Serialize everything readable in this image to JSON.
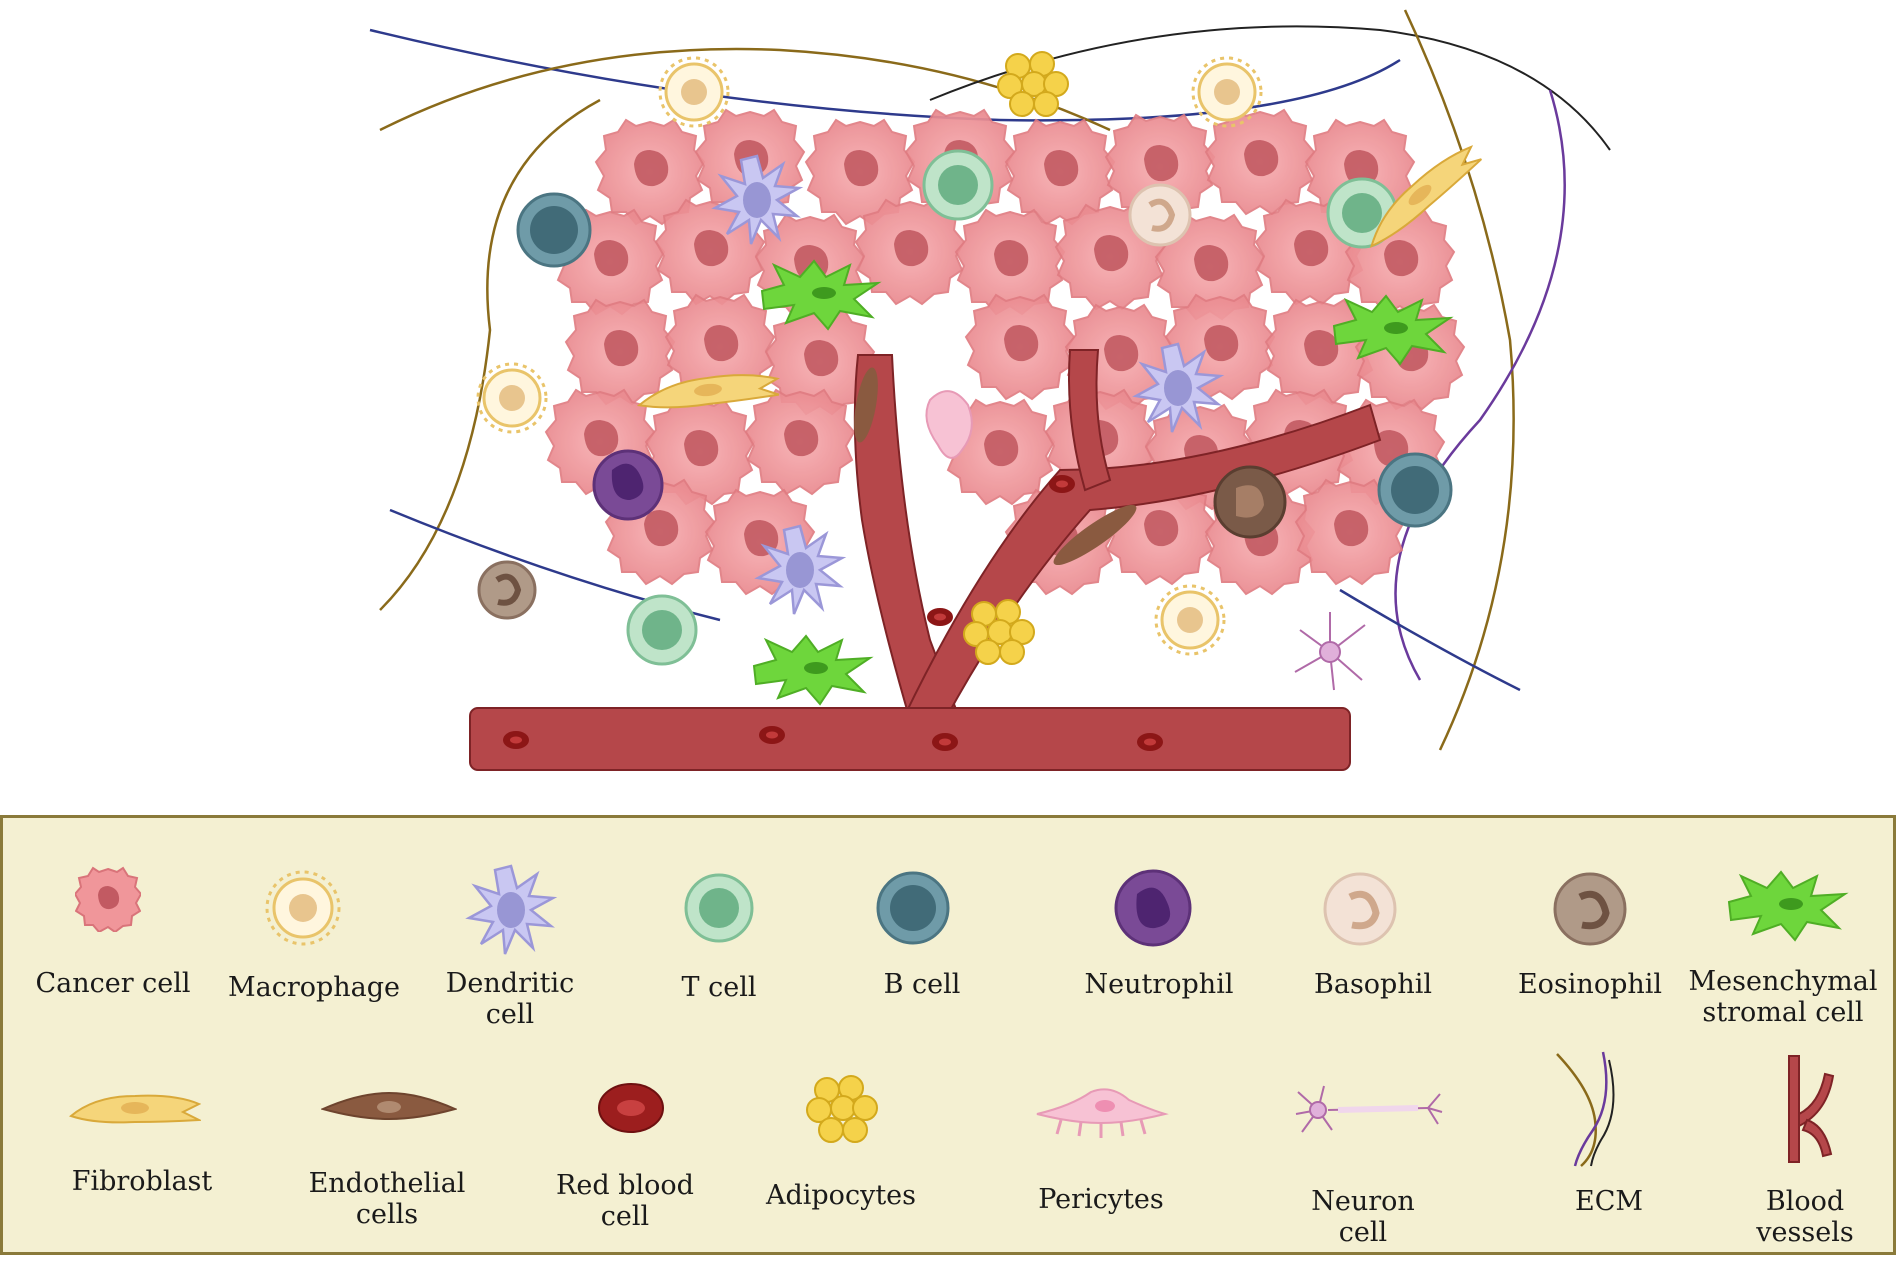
{
  "colors": {
    "cancer": "#f0969a",
    "cancer_nucleus": "#c25a62",
    "macrophage": "#fff3d6",
    "dendritic": "#b9b7ea",
    "t_cell": "#9fd3b2",
    "b_cell": "#5e8e9c",
    "neutrophil": "#7a4a96",
    "basophil": "#f3e2d6",
    "eosinophil": "#8a7060",
    "msc": "#6ed63c",
    "fibroblast": "#f5d57a",
    "endothelial": "#8a5a40",
    "rbc": "#9c1e1e",
    "adipocyte": "#f5d24a",
    "pericyte": "#f7c2d4",
    "neuron": "#b06aa8",
    "ecm_gold": "#8a6a1a",
    "ecm_navy": "#2e3a8c",
    "ecm_purple": "#6a3a9c",
    "vessel": "#b5474a",
    "legend_bg": "#f4f0d2",
    "legend_border": "#8a7a3a"
  },
  "legend": {
    "row1": [
      {
        "label": "Cancer cell",
        "icon": "cancer-cell-icon"
      },
      {
        "label": "Macrophage",
        "icon": "macrophage-icon"
      },
      {
        "label": "Dendritic\ncell",
        "icon": "dendritic-cell-icon"
      },
      {
        "label": "T cell",
        "icon": "t-cell-icon"
      },
      {
        "label": "B cell",
        "icon": "b-cell-icon"
      },
      {
        "label": "Neutrophil",
        "icon": "neutrophil-icon"
      },
      {
        "label": "Basophil",
        "icon": "basophil-icon"
      },
      {
        "label": "Eosinophil",
        "icon": "eosinophil-icon"
      },
      {
        "label": "Mesenchymal\nstromal cell",
        "icon": "mesenchymal-stromal-cell-icon"
      }
    ],
    "row2": [
      {
        "label": "Fibroblast",
        "icon": "fibroblast-icon"
      },
      {
        "label": "Endothelial\ncells",
        "icon": "endothelial-cell-icon"
      },
      {
        "label": "Red blood\ncell",
        "icon": "red-blood-cell-icon"
      },
      {
        "label": "Adipocytes",
        "icon": "adipocytes-icon"
      },
      {
        "label": "Pericytes",
        "icon": "pericyte-icon"
      },
      {
        "label": "Neuron\ncell",
        "icon": "neuron-cell-icon"
      },
      {
        "label": "ECM",
        "icon": "ecm-icon"
      },
      {
        "label": "Blood\nvessels",
        "icon": "blood-vessel-icon"
      }
    ]
  }
}
